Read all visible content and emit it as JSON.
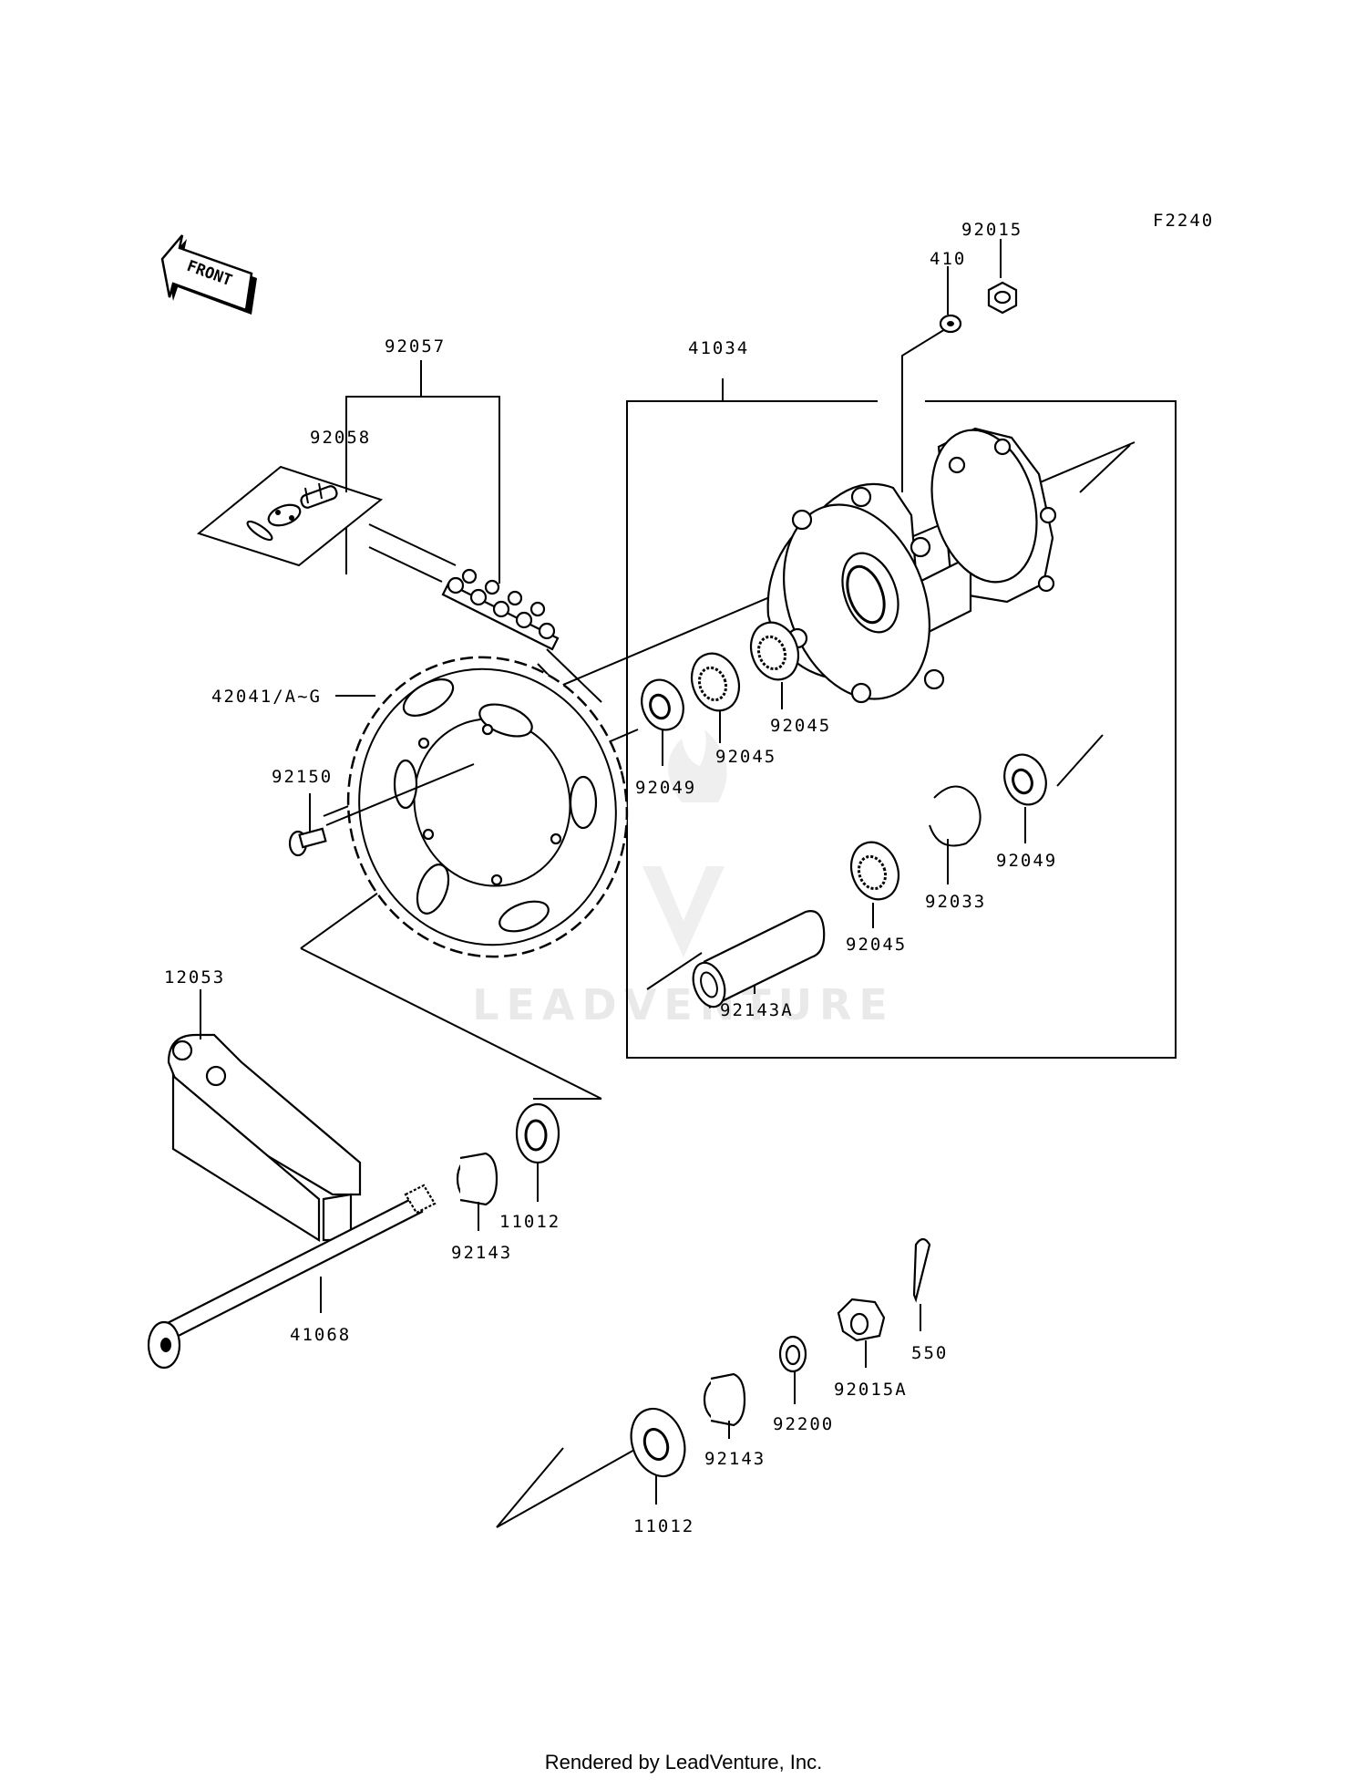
{
  "figure_code": "F2240",
  "front_label": "FRONT",
  "watermark": "LEADVENTURE",
  "footer": "Rendered by LeadVenture, Inc.",
  "labels": {
    "p92015": "92015",
    "p410": "410",
    "p41034": "41034",
    "p92057": "92057",
    "p92058": "92058",
    "p42041": "42041/A~G",
    "p92150": "92150",
    "p92049a": "92049",
    "p92045a": "92045",
    "p92045b": "92045",
    "p92049b": "92049",
    "p92033": "92033",
    "p92045c": "92045",
    "p92143A": "92143A",
    "p12053": "12053",
    "p11012a": "11012",
    "p92143a": "92143",
    "p41068": "41068",
    "p550": "550",
    "p92015A": "92015A",
    "p92200": "92200",
    "p92143b": "92143",
    "p11012b": "11012"
  }
}
